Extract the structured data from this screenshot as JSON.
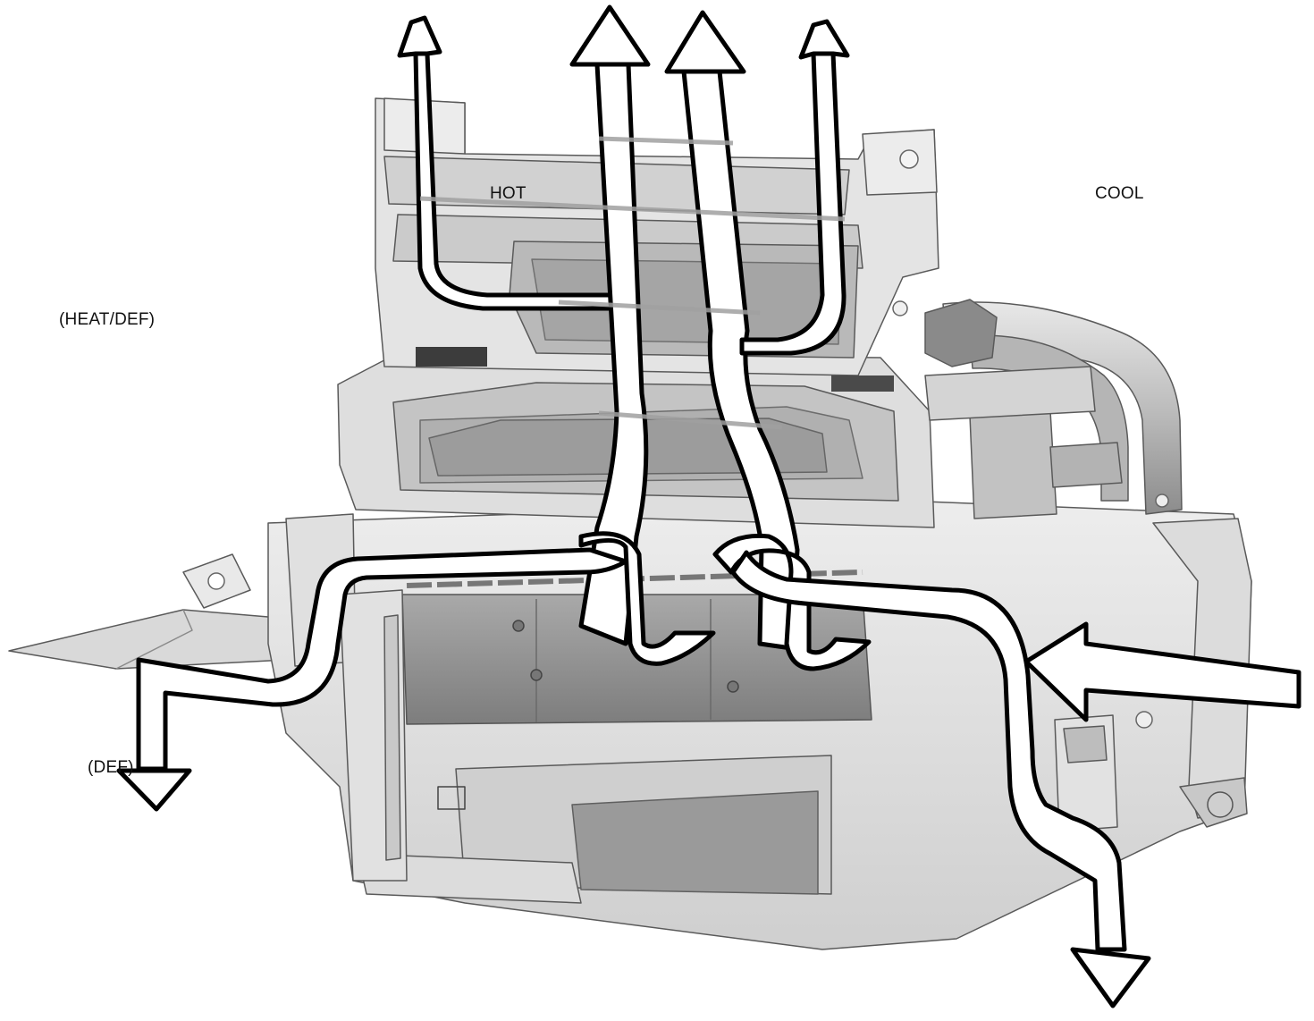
{
  "labels": {
    "hot": "HOT",
    "cool": "COOL",
    "heat_def": "(HEAT/DEF)",
    "def": "(DEF)"
  },
  "colors": {
    "housing_light": "#e6e6e6",
    "housing_mid": "#c9c9c9",
    "housing_dark": "#8f8f8f",
    "outline": "#555555",
    "arrow_fill": "#ffffff",
    "arrow_stroke": "#000000",
    "text": "#111111"
  },
  "icons": {
    "airflow": "airflow-arrow-icon"
  }
}
